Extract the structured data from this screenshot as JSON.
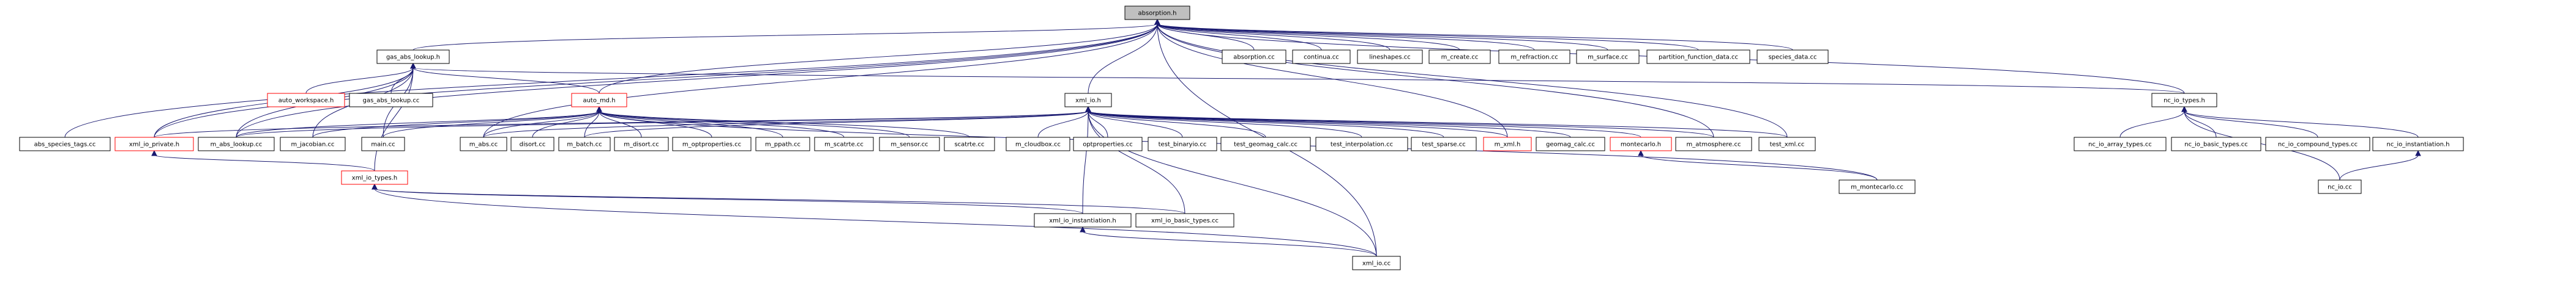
{
  "diagram": {
    "nodes": [
      {
        "id": "absorption_h",
        "label": "absorption.h",
        "kind": "root"
      },
      {
        "id": "gas_abs_lookup_h",
        "label": "gas_abs_lookup.h"
      },
      {
        "id": "absorption_cc",
        "label": "absorption.cc"
      },
      {
        "id": "continua_cc",
        "label": "continua.cc"
      },
      {
        "id": "lineshapes_cc",
        "label": "lineshapes.cc"
      },
      {
        "id": "m_create_cc",
        "label": "m_create.cc"
      },
      {
        "id": "m_refraction_cc",
        "label": "m_refraction.cc"
      },
      {
        "id": "m_surface_cc",
        "label": "m_surface.cc"
      },
      {
        "id": "partition_function_data_cc",
        "label": "partition_function_data.cc"
      },
      {
        "id": "species_data_cc",
        "label": "species_data.cc"
      },
      {
        "id": "auto_workspace_h",
        "label": "auto_workspace.h",
        "kind": "red"
      },
      {
        "id": "gas_abs_lookup_cc",
        "label": "gas_abs_lookup.cc"
      },
      {
        "id": "auto_md_h",
        "label": "auto_md.h",
        "kind": "red"
      },
      {
        "id": "xml_io_h",
        "label": "xml_io.h"
      },
      {
        "id": "nc_io_types_h",
        "label": "nc_io_types.h"
      },
      {
        "id": "abs_species_tags_cc",
        "label": "abs_species_tags.cc"
      },
      {
        "id": "xml_io_private_h",
        "label": "xml_io_private.h",
        "kind": "red"
      },
      {
        "id": "m_abs_lookup_cc",
        "label": "m_abs_lookup.cc"
      },
      {
        "id": "m_jacobian_cc",
        "label": "m_jacobian.cc"
      },
      {
        "id": "main_cc",
        "label": "main.cc"
      },
      {
        "id": "m_abs_cc",
        "label": "m_abs.cc"
      },
      {
        "id": "disort_cc",
        "label": "disort.cc"
      },
      {
        "id": "m_batch_cc",
        "label": "m_batch.cc"
      },
      {
        "id": "m_disort_cc",
        "label": "m_disort.cc"
      },
      {
        "id": "m_optproperties_cc",
        "label": "m_optproperties.cc"
      },
      {
        "id": "m_ppath_cc",
        "label": "m_ppath.cc"
      },
      {
        "id": "m_scatrte_cc",
        "label": "m_scatrte.cc"
      },
      {
        "id": "m_sensor_cc",
        "label": "m_sensor.cc"
      },
      {
        "id": "scatrte_cc",
        "label": "scatrte.cc"
      },
      {
        "id": "m_cloudbox_cc",
        "label": "m_cloudbox.cc"
      },
      {
        "id": "optproperties_cc",
        "label": "optproperties.cc"
      },
      {
        "id": "test_binaryio_cc",
        "label": "test_binaryio.cc"
      },
      {
        "id": "test_geomag_calc_cc",
        "label": "test_geomag_calc.cc"
      },
      {
        "id": "test_interpolation_cc",
        "label": "test_interpolation.cc"
      },
      {
        "id": "test_sparse_cc",
        "label": "test_sparse.cc"
      },
      {
        "id": "m_xml_h",
        "label": "m_xml.h",
        "kind": "red"
      },
      {
        "id": "geomag_calc_cc",
        "label": "geomag_calc.cc"
      },
      {
        "id": "montecarlo_h",
        "label": "montecarlo.h",
        "kind": "red"
      },
      {
        "id": "m_atmosphere_cc",
        "label": "m_atmosphere.cc"
      },
      {
        "id": "test_xml_cc",
        "label": "test_xml.cc"
      },
      {
        "id": "nc_io_array_types_cc",
        "label": "nc_io_array_types.cc"
      },
      {
        "id": "nc_io_basic_types_cc",
        "label": "nc_io_basic_types.cc"
      },
      {
        "id": "nc_io_compound_types_cc",
        "label": "nc_io_compound_types.cc"
      },
      {
        "id": "nc_io_instantiation_h",
        "label": "nc_io_instantiation.h"
      },
      {
        "id": "xml_io_types_h",
        "label": "xml_io_types.h",
        "kind": "red"
      },
      {
        "id": "m_montecarlo_cc",
        "label": "m_montecarlo.cc"
      },
      {
        "id": "nc_io_cc",
        "label": "nc_io.cc"
      },
      {
        "id": "xml_io_instantiation_h",
        "label": "xml_io_instantiation.h"
      },
      {
        "id": "xml_io_basic_types_cc",
        "label": "xml_io_basic_types.cc"
      },
      {
        "id": "xml_io_cc",
        "label": "xml_io.cc"
      }
    ],
    "edges": [
      [
        "gas_abs_lookup_h",
        "absorption_h"
      ],
      [
        "absorption_cc",
        "absorption_h"
      ],
      [
        "continua_cc",
        "absorption_h"
      ],
      [
        "lineshapes_cc",
        "absorption_h"
      ],
      [
        "m_create_cc",
        "absorption_h"
      ],
      [
        "m_refraction_cc",
        "absorption_h"
      ],
      [
        "m_surface_cc",
        "absorption_h"
      ],
      [
        "partition_function_data_cc",
        "absorption_h"
      ],
      [
        "species_data_cc",
        "absorption_h"
      ],
      [
        "xml_io_h",
        "absorption_h"
      ],
      [
        "auto_md_h",
        "absorption_h"
      ],
      [
        "nc_io_types_h",
        "absorption_h"
      ],
      [
        "abs_species_tags_cc",
        "absorption_h"
      ],
      [
        "xml_io_private_h",
        "absorption_h"
      ],
      [
        "m_abs_lookup_cc",
        "absorption_h"
      ],
      [
        "m_abs_cc",
        "absorption_h"
      ],
      [
        "m_xml_h",
        "absorption_h"
      ],
      [
        "m_atmosphere_cc",
        "absorption_h"
      ],
      [
        "test_xml_cc",
        "absorption_h"
      ],
      [
        "xml_io_cc",
        "absorption_h"
      ],
      [
        "auto_workspace_h",
        "gas_abs_lookup_h"
      ],
      [
        "gas_abs_lookup_cc",
        "gas_abs_lookup_h"
      ],
      [
        "auto_md_h",
        "gas_abs_lookup_h"
      ],
      [
        "nc_io_types_h",
        "gas_abs_lookup_h"
      ],
      [
        "xml_io_private_h",
        "gas_abs_lookup_h"
      ],
      [
        "m_abs_lookup_cc",
        "gas_abs_lookup_h"
      ],
      [
        "m_jacobian_cc",
        "gas_abs_lookup_h"
      ],
      [
        "main_cc",
        "gas_abs_lookup_h"
      ],
      [
        "xml_io_types_h",
        "gas_abs_lookup_h"
      ],
      [
        "m_abs_lookup_cc",
        "auto_md_h"
      ],
      [
        "m_jacobian_cc",
        "auto_md_h"
      ],
      [
        "main_cc",
        "auto_md_h"
      ],
      [
        "m_abs_cc",
        "auto_md_h"
      ],
      [
        "disort_cc",
        "auto_md_h"
      ],
      [
        "m_batch_cc",
        "auto_md_h"
      ],
      [
        "m_disort_cc",
        "auto_md_h"
      ],
      [
        "m_optproperties_cc",
        "auto_md_h"
      ],
      [
        "m_ppath_cc",
        "auto_md_h"
      ],
      [
        "m_scatrte_cc",
        "auto_md_h"
      ],
      [
        "m_sensor_cc",
        "auto_md_h"
      ],
      [
        "scatrte_cc",
        "auto_md_h"
      ],
      [
        "m_montecarlo_cc",
        "auto_md_h"
      ],
      [
        "xml_io_private_h",
        "xml_io_h"
      ],
      [
        "m_abs_lookup_cc",
        "xml_io_h"
      ],
      [
        "m_abs_cc",
        "xml_io_h"
      ],
      [
        "m_batch_cc",
        "xml_io_h"
      ],
      [
        "m_cloudbox_cc",
        "xml_io_h"
      ],
      [
        "optproperties_cc",
        "xml_io_h"
      ],
      [
        "test_binaryio_cc",
        "xml_io_h"
      ],
      [
        "test_geomag_calc_cc",
        "xml_io_h"
      ],
      [
        "test_interpolation_cc",
        "xml_io_h"
      ],
      [
        "test_sparse_cc",
        "xml_io_h"
      ],
      [
        "m_xml_h",
        "xml_io_h"
      ],
      [
        "geomag_calc_cc",
        "xml_io_h"
      ],
      [
        "montecarlo_h",
        "xml_io_h"
      ],
      [
        "m_atmosphere_cc",
        "xml_io_h"
      ],
      [
        "test_xml_cc",
        "xml_io_h"
      ],
      [
        "xml_io_instantiation_h",
        "xml_io_h"
      ],
      [
        "xml_io_basic_types_cc",
        "xml_io_h"
      ],
      [
        "xml_io_cc",
        "xml_io_h"
      ],
      [
        "nc_io_array_types_cc",
        "nc_io_types_h"
      ],
      [
        "nc_io_basic_types_cc",
        "nc_io_types_h"
      ],
      [
        "nc_io_compound_types_cc",
        "nc_io_types_h"
      ],
      [
        "nc_io_instantiation_h",
        "nc_io_types_h"
      ],
      [
        "nc_io_cc",
        "nc_io_types_h"
      ],
      [
        "nc_io_cc",
        "nc_io_instantiation_h"
      ],
      [
        "xml_io_types_h",
        "xml_io_private_h"
      ],
      [
        "m_montecarlo_cc",
        "montecarlo_h"
      ],
      [
        "xml_io_instantiation_h",
        "xml_io_types_h"
      ],
      [
        "xml_io_basic_types_cc",
        "xml_io_types_h"
      ],
      [
        "xml_io_cc",
        "xml_io_types_h"
      ],
      [
        "xml_io_cc",
        "xml_io_instantiation_h"
      ]
    ]
  }
}
